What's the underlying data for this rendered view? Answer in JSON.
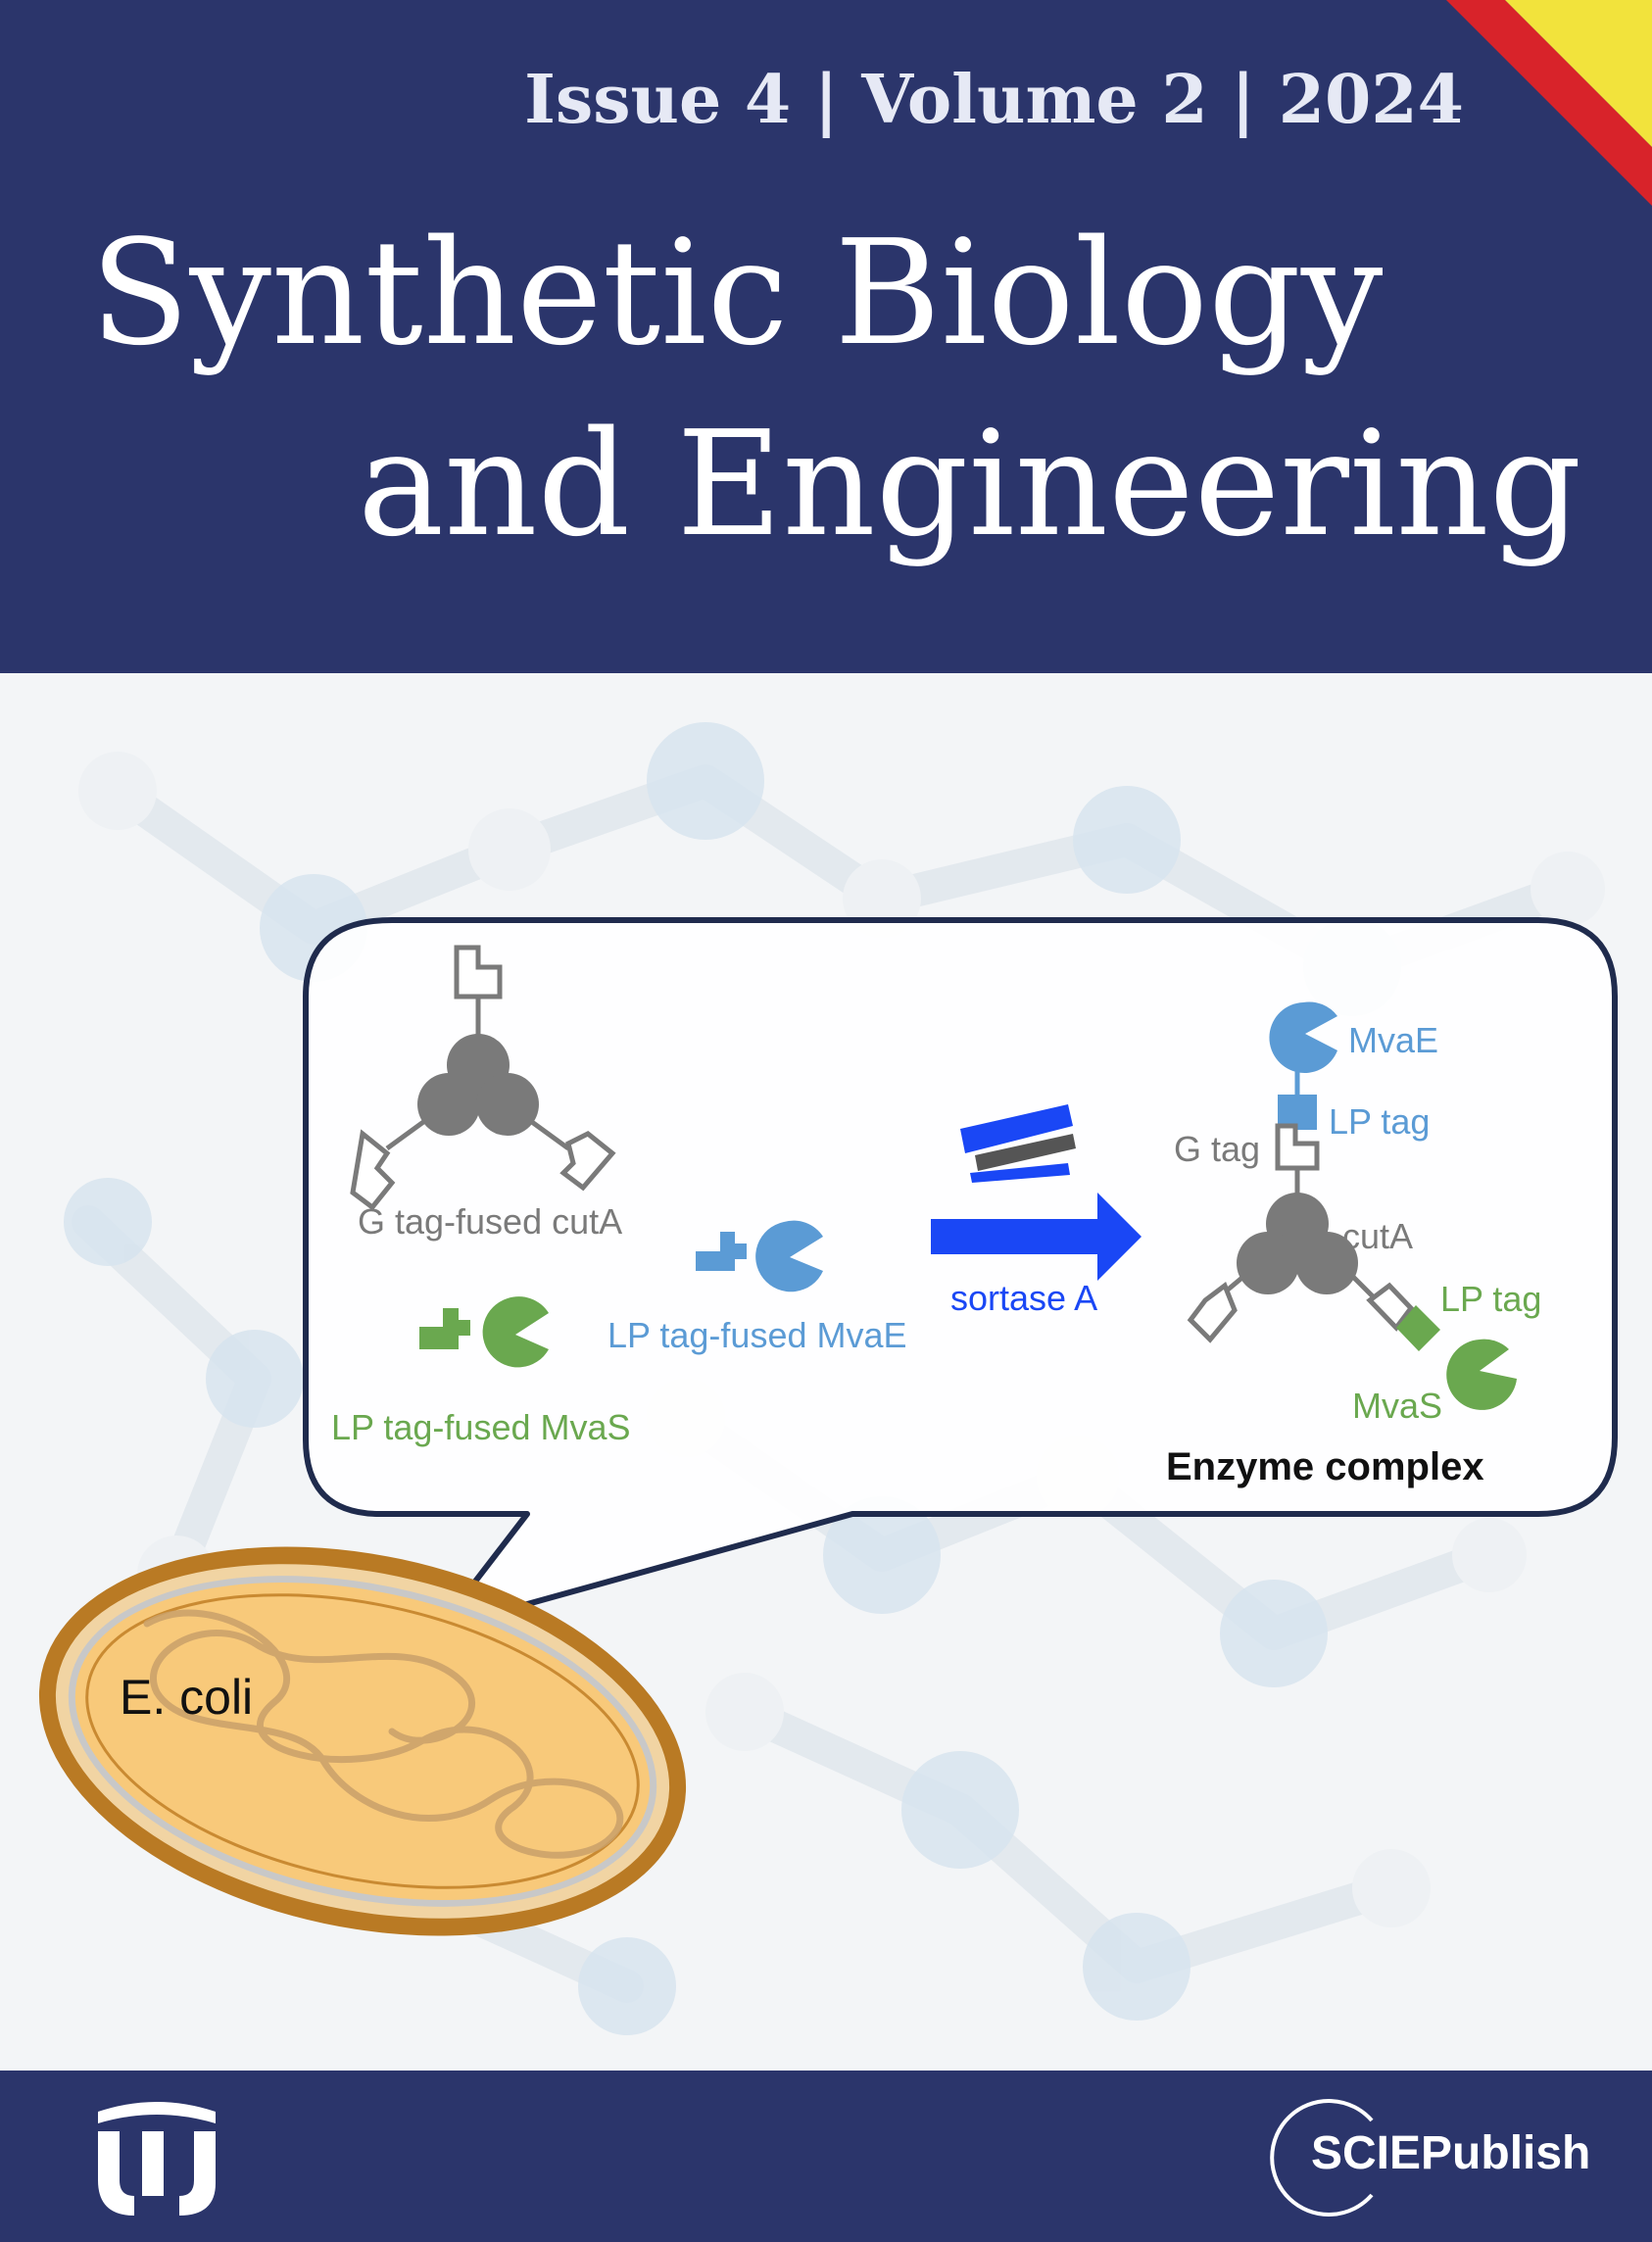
{
  "header": {
    "issue_line": "Issue 4 | Volume 2 | 2024",
    "title_line1": "Synthetic Biology",
    "title_line2": "and Engineering",
    "colors": {
      "background": "#2b356b",
      "corner_red": "#d8232a",
      "corner_yellow": "#f2e33c"
    }
  },
  "figure": {
    "labels": {
      "g_tag_cutA": "G tag-fused cutA",
      "lp_tag_mvaE": "LP tag-fused MvaE",
      "lp_tag_mvaS": "LP tag-fused MvaS",
      "sortase": "sortase A",
      "mvaE": "MvaE",
      "lp_tag_top": "LP tag",
      "g_tag": "G tag",
      "cutA": "cutA",
      "lp_tag_bottom": "LP tag",
      "mvaS": "MvaS",
      "enzyme_complex": "Enzyme complex",
      "e_coli": "E. coli"
    },
    "colors": {
      "gray": "#7a7a7a",
      "blue": "#5b9bd5",
      "green": "#6aa84f",
      "arrow": "#1a47f5",
      "cell_outer": "#b97a24",
      "cell_inner": "#f8c97a"
    }
  },
  "footer": {
    "left_logo_icon": "uj-logo-icon",
    "publisher": "SCIEPublish"
  }
}
